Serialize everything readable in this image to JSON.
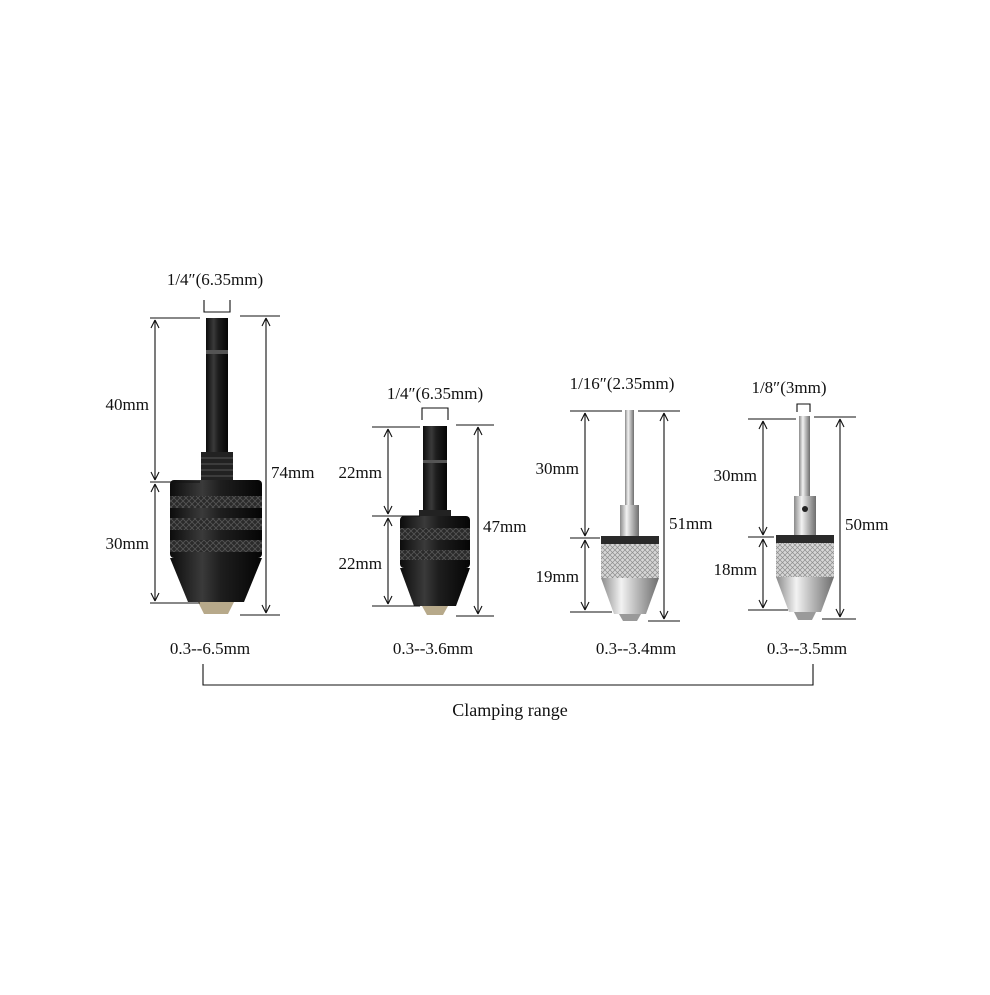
{
  "colors": {
    "black_steel": "#1b1b1b",
    "silver": "#c9c9c9",
    "line": "#111111",
    "background": "#ffffff"
  },
  "chucks": [
    {
      "finish": "black",
      "shank_label": "1/4″(6.35mm)",
      "upper_length_label": "40mm",
      "lower_length_label": "30mm",
      "total_length_label": "74mm",
      "clamping_range": "0.3--6.5mm"
    },
    {
      "finish": "black",
      "shank_label": "1/4″(6.35mm)",
      "upper_length_label": "22mm",
      "lower_length_label": "22mm",
      "total_length_label": "47mm",
      "clamping_range": "0.3--3.6mm"
    },
    {
      "finish": "silver",
      "shank_label": "1/16″(2.35mm)",
      "upper_length_label": "30mm",
      "lower_length_label": "19mm",
      "total_length_label": "51mm",
      "clamping_range": "0.3--3.4mm"
    },
    {
      "finish": "silver",
      "shank_label": "1/8″(3mm)",
      "upper_length_label": "30mm",
      "lower_length_label": "18mm",
      "total_length_label": "50mm",
      "clamping_range": "0.3--3.5mm"
    }
  ],
  "caption": "Clamping range"
}
